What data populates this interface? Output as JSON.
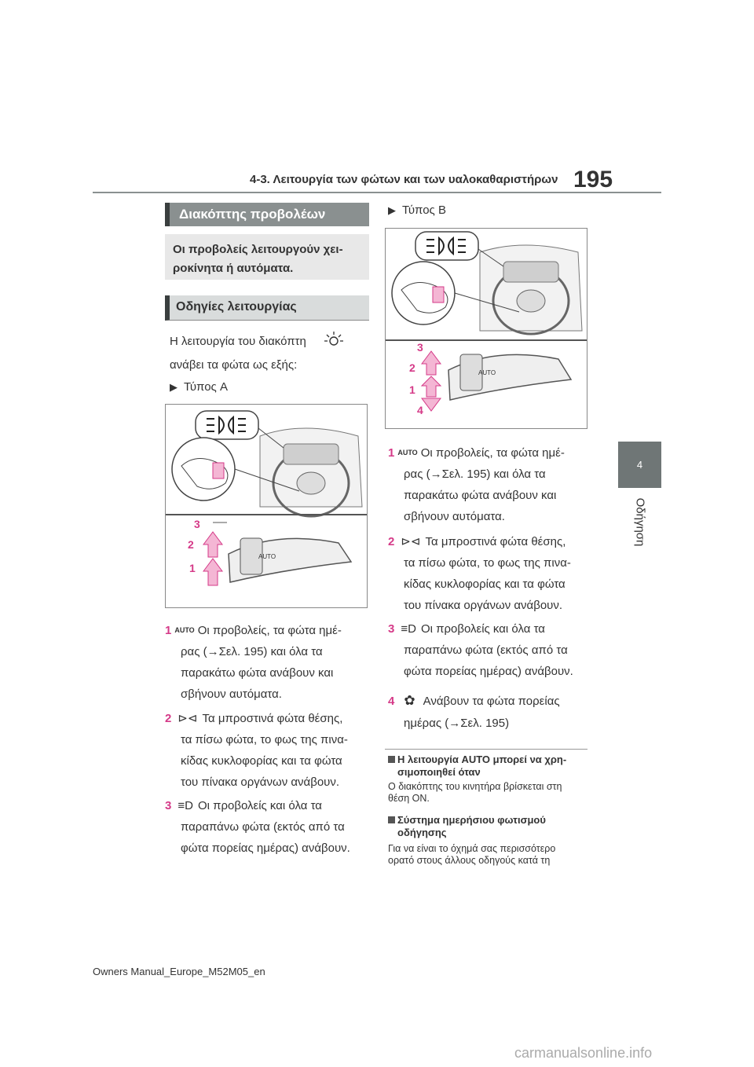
{
  "header": {
    "page_number": "195",
    "section_title": "4-3. Λειτουργία των φώτων και των υαλοκαθαριστήρων"
  },
  "chapter_tab": {
    "number": "4",
    "label": "Οδήγηση"
  },
  "left": {
    "main_heading": "Διακόπτης προβολέων",
    "intro": "Οι προβολείς λειτουργούν χει-ροκίνητα ή αυτόματα.",
    "sub_heading": "Οδηγίες λειτουργίας",
    "body_line1": "Η λειτουργία του διακόπτη",
    "body_line2": "ανάβει τα φώτα ως εξής:",
    "type_label": "Τύπος A",
    "figure_labels": [
      "1",
      "2",
      "3"
    ],
    "items": [
      {
        "num": "1",
        "lines": [
          "Οι προβολείς, τα φώτα ημέ-",
          "ρας (→Σελ. 195) και όλα τα",
          "παρακάτω φώτα ανάβουν και",
          "σβήνουν αυτόματα."
        ]
      },
      {
        "num": "2",
        "lines": [
          "Τα μπροστινά φώτα θέσης,",
          "τα πίσω φώτα, το φως της πινα-",
          "κίδας κυκλοφορίας και τα φώτα",
          "του πίνακα οργάνων ανάβουν."
        ]
      },
      {
        "num": "3",
        "lines": [
          "Οι προβολείς και όλα τα",
          "παραπάνω φώτα (εκτός από τα",
          "φώτα πορείας ημέρας) ανάβουν."
        ]
      }
    ]
  },
  "right": {
    "type_label": "Τύπος B",
    "figure_labels": [
      "3",
      "2",
      "1",
      "4"
    ],
    "items": [
      {
        "num": "1",
        "lines": [
          "Οι προβολείς, τα φώτα ημέ-",
          "ρας (→Σελ. 195) και όλα τα",
          "παρακάτω φώτα ανάβουν και",
          "σβήνουν αυτόματα."
        ]
      },
      {
        "num": "2",
        "lines": [
          "Τα μπροστινά φώτα θέσης,",
          "τα πίσω φώτα, το φως της πινα-",
          "κίδας κυκλοφορίας και τα φώτα",
          "του πίνακα οργάνων ανάβουν."
        ]
      },
      {
        "num": "3",
        "lines": [
          "Οι προβολείς και όλα τα",
          "παραπάνω φώτα (εκτός από τα",
          "φώτα πορείας ημέρας) ανάβουν."
        ]
      },
      {
        "num": "4",
        "lines": [
          "Ανάβουν τα φώτα πορείας",
          "ημέρας (→Σελ. 195)"
        ]
      }
    ],
    "notes": [
      {
        "title_line1": "Η λειτουργία AUTO μπορεί να χρη-",
        "title_line2": "σιμοποιηθεί όταν",
        "text_line1": "Ο διακόπτης του κινητήρα βρίσκεται στη",
        "text_line2": "θέση ON."
      },
      {
        "title_line1": "Σύστημα ημερήσιου φωτισμού",
        "title_line2": "οδήγησης",
        "text_line1": "Για να είναι το όχημά σας περισσότερο",
        "text_line2": "ορατό στους άλλους οδηγούς κατά τη"
      }
    ]
  },
  "icons": {
    "auto": "AUTO",
    "headlight_switch": "headlight-switch-icon",
    "parking_lights": "parking-lights-icon",
    "headlights": "headlights-icon",
    "drl": "drl-icon"
  },
  "colors": {
    "accent": "#d53a88",
    "heading_bg": "#8a9090",
    "arrow_fill": "#f4b6d4"
  },
  "footer": {
    "text": "Owners Manual_Europe_M52M05_en"
  },
  "watermark": {
    "text": "carmanualsonline.info"
  }
}
